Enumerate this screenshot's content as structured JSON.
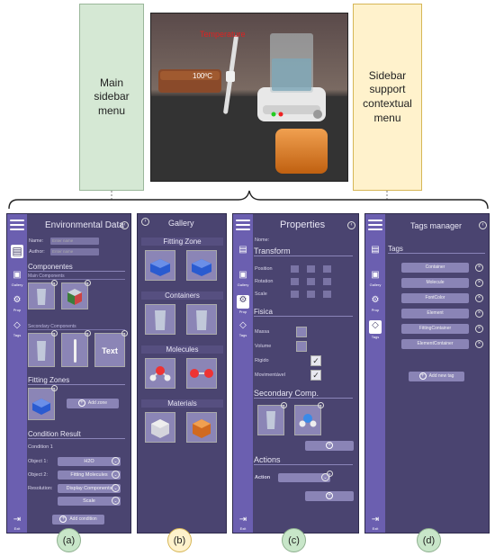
{
  "top": {
    "main_menu": "Main\nsidebar\nmenu",
    "contextual_menu": "Sidebar\nsupport\ncontextual\nmenu",
    "scene": {
      "temperature_label": "Temperature",
      "temperature_value": "100ºC"
    }
  },
  "panel_a": {
    "title": "Environmental Data",
    "name_label": "Name:",
    "author_label": "Author:",
    "name_placeholder": "Enter name",
    "author_placeholder": "Enter name",
    "components_section": "Componentes",
    "main_components": "Main Components",
    "secondary_components": "Secondary Components",
    "text_thumb": "Text",
    "fitting_zones": "Fitting Zones",
    "add_zone": "Add zone",
    "condition_result": "Condition Result",
    "condition_1": "Condition 1",
    "object1_label": "Object 1:",
    "object1_value": "H2O",
    "object2_label": "Object 2:",
    "object2_value": "Fitting Molecules",
    "resolution_label": "Resolution:",
    "resolution_value": "Display Components",
    "resolution2_value": "Scale",
    "add_condition": "Add condition"
  },
  "panel_b": {
    "title": "Gallery",
    "fitting_zone": "Fitting Zone",
    "containers": "Containers",
    "molecules": "Molecules",
    "materials": "Materials"
  },
  "panel_c": {
    "title": "Properties",
    "nome_label": "Nome:",
    "transform": "Transform",
    "position": "Position",
    "rotation": "Rotation",
    "scale": "Scale",
    "fisica": "Fisica",
    "massa": "Massa",
    "volume": "Volume",
    "rigido": "Rigido",
    "movimentavel": "Movimentável",
    "secondary_comp": "Secondary Comp.",
    "actions": "Actions",
    "action_label": "Action"
  },
  "panel_d": {
    "title": "Tags manager",
    "tags_section": "Tags",
    "tags": [
      "Container",
      "Molecule",
      "FontColor",
      "Element",
      "FittingContainer",
      "ElementContainer"
    ],
    "add_new_tag": "Add new tag"
  },
  "sidebar": {
    "gallery": "Gallery",
    "prop": "Prop",
    "tags": "Tags",
    "exit": "Exit"
  },
  "captions": [
    "(a)",
    "(b)",
    "(c)",
    "(d)"
  ],
  "colors": {
    "panel_bg": "#4a4470",
    "sidebar_bg": "#6b5fb0",
    "main_menu_box": "#d5e8d4",
    "contextual_box": "#fff2cc",
    "caption_a": "#c8e6c9",
    "caption_b": "#fff2cc",
    "caption_c": "#c8e6c9",
    "caption_d": "#c8e6c9"
  }
}
